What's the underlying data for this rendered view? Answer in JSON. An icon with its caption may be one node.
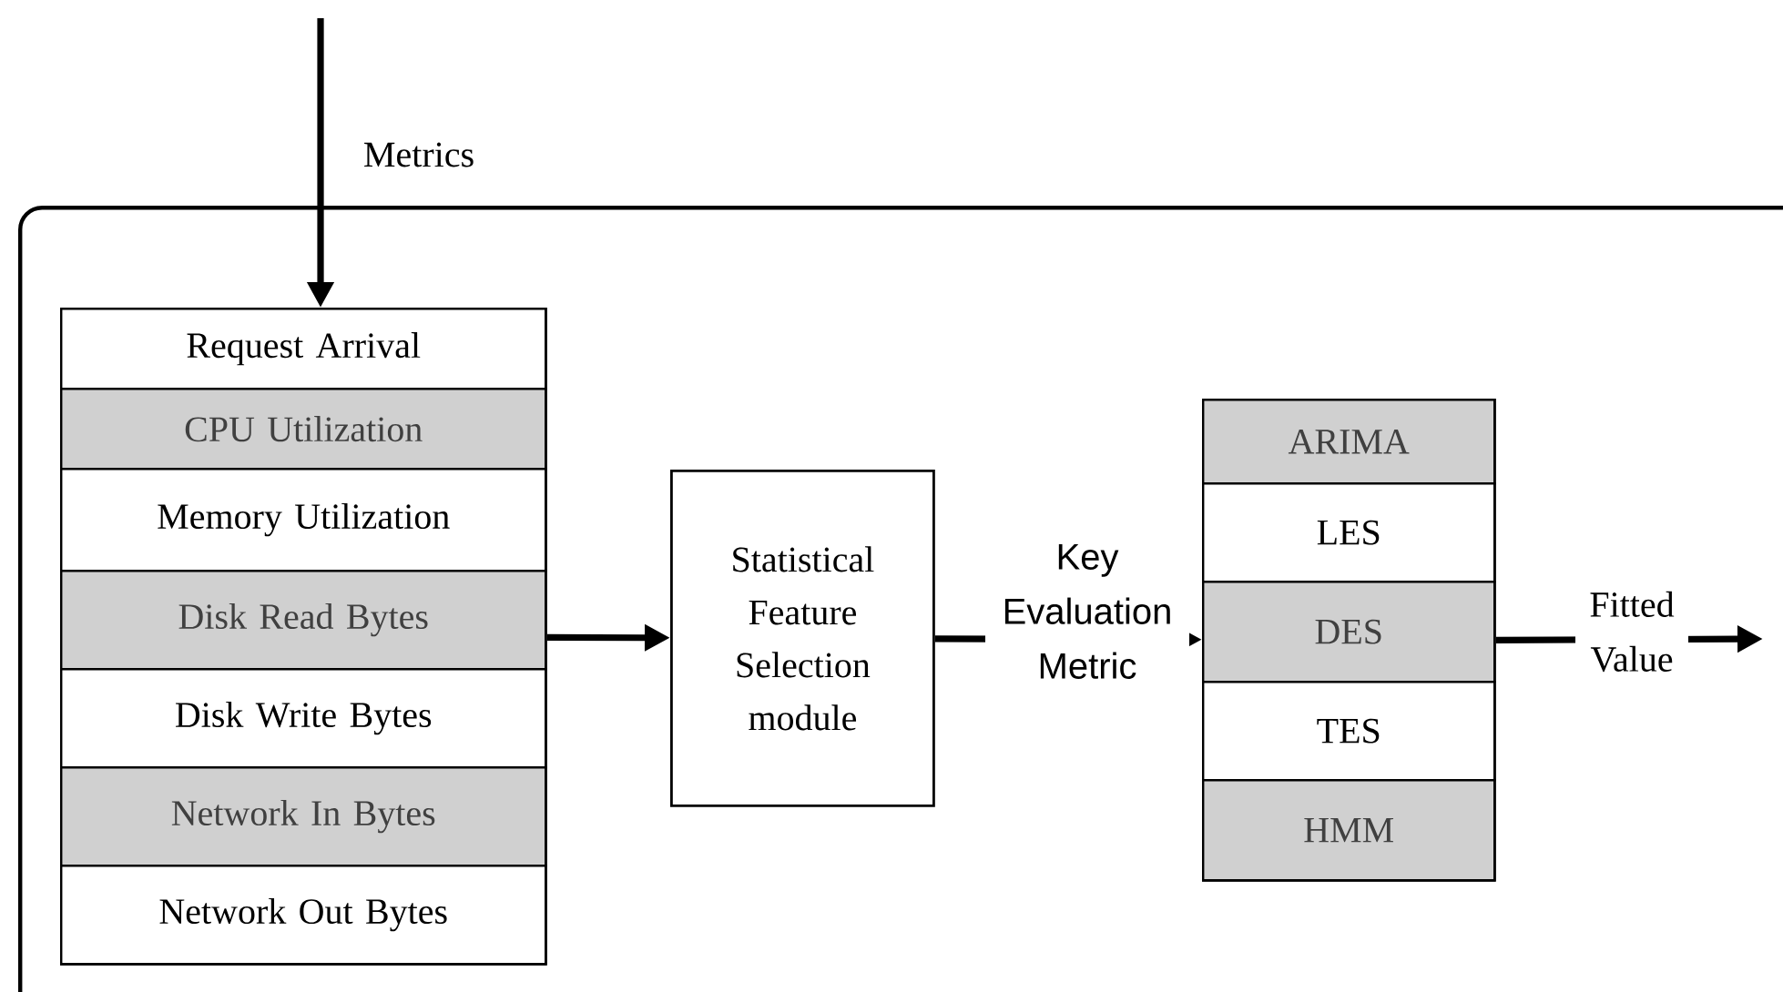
{
  "diagram": {
    "nodes": [
      {
        "text": [],
        "shape": "box"
      },
      {
        "text": [],
        "shape": "box",
        "in": 0
      },
      {
        "text": [
          "Request Arrival"
        ],
        "in": 1
      },
      {
        "text": [
          "CPU Utilization"
        ],
        "in": 1
      },
      {
        "text": [
          "Memory Utilization"
        ],
        "in": 1
      },
      {
        "text": [
          "Disk Read Bytes"
        ],
        "in": 1
      },
      {
        "text": [
          "Disk Write Bytes"
        ],
        "in": 1
      },
      {
        "text": [
          "Network In Bytes"
        ],
        "in": 1
      },
      {
        "text": [
          "Network Out Bytes"
        ],
        "in": 1
      },
      {
        "text": [
          "Statistical Feature Selection module"
        ],
        "in": 0
      },
      {
        "text": [],
        "shape": "box",
        "in": 0
      },
      {
        "text": [
          "ARIMA"
        ],
        "in": 10
      },
      {
        "text": [
          "LES"
        ],
        "in": 10
      },
      {
        "text": [
          "DES"
        ],
        "in": 10
      },
      {
        "text": [
          "TES"
        ],
        "in": 10
      },
      {
        "text": [
          "HMM"
        ],
        "in": 10
      }
    ],
    "edges": [
      {
        "from": null,
        "to": 1,
        "arrow": "to",
        "label": "Metrics"
      },
      {
        "from": 1,
        "to": 9,
        "arrow": "to"
      },
      {
        "from": 9,
        "to": 10,
        "arrow": "to",
        "label": "Key Evaluation Metric"
      },
      {
        "from": 10,
        "to": null,
        "arrow": "to",
        "label": "Fitted Value"
      }
    ]
  }
}
